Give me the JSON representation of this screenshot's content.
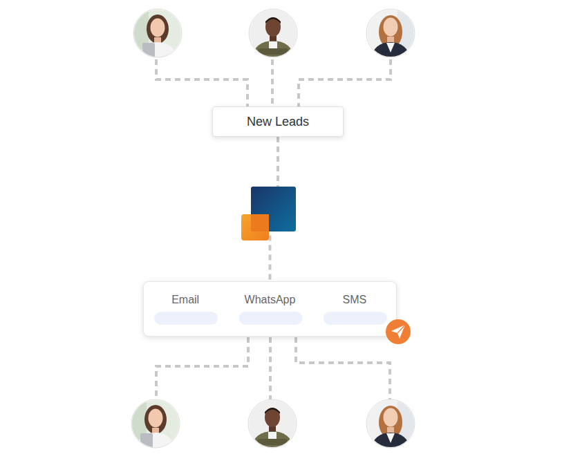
{
  "diagram": {
    "nodes": [
      {
        "text": [
          "New Leads"
        ]
      },
      {
        "text": [
          "Email",
          "WhatsApp",
          "SMS"
        ]
      }
    ],
    "edges": [
      {
        "from": 0,
        "to": 1,
        "arrow": "none"
      }
    ]
  }
}
